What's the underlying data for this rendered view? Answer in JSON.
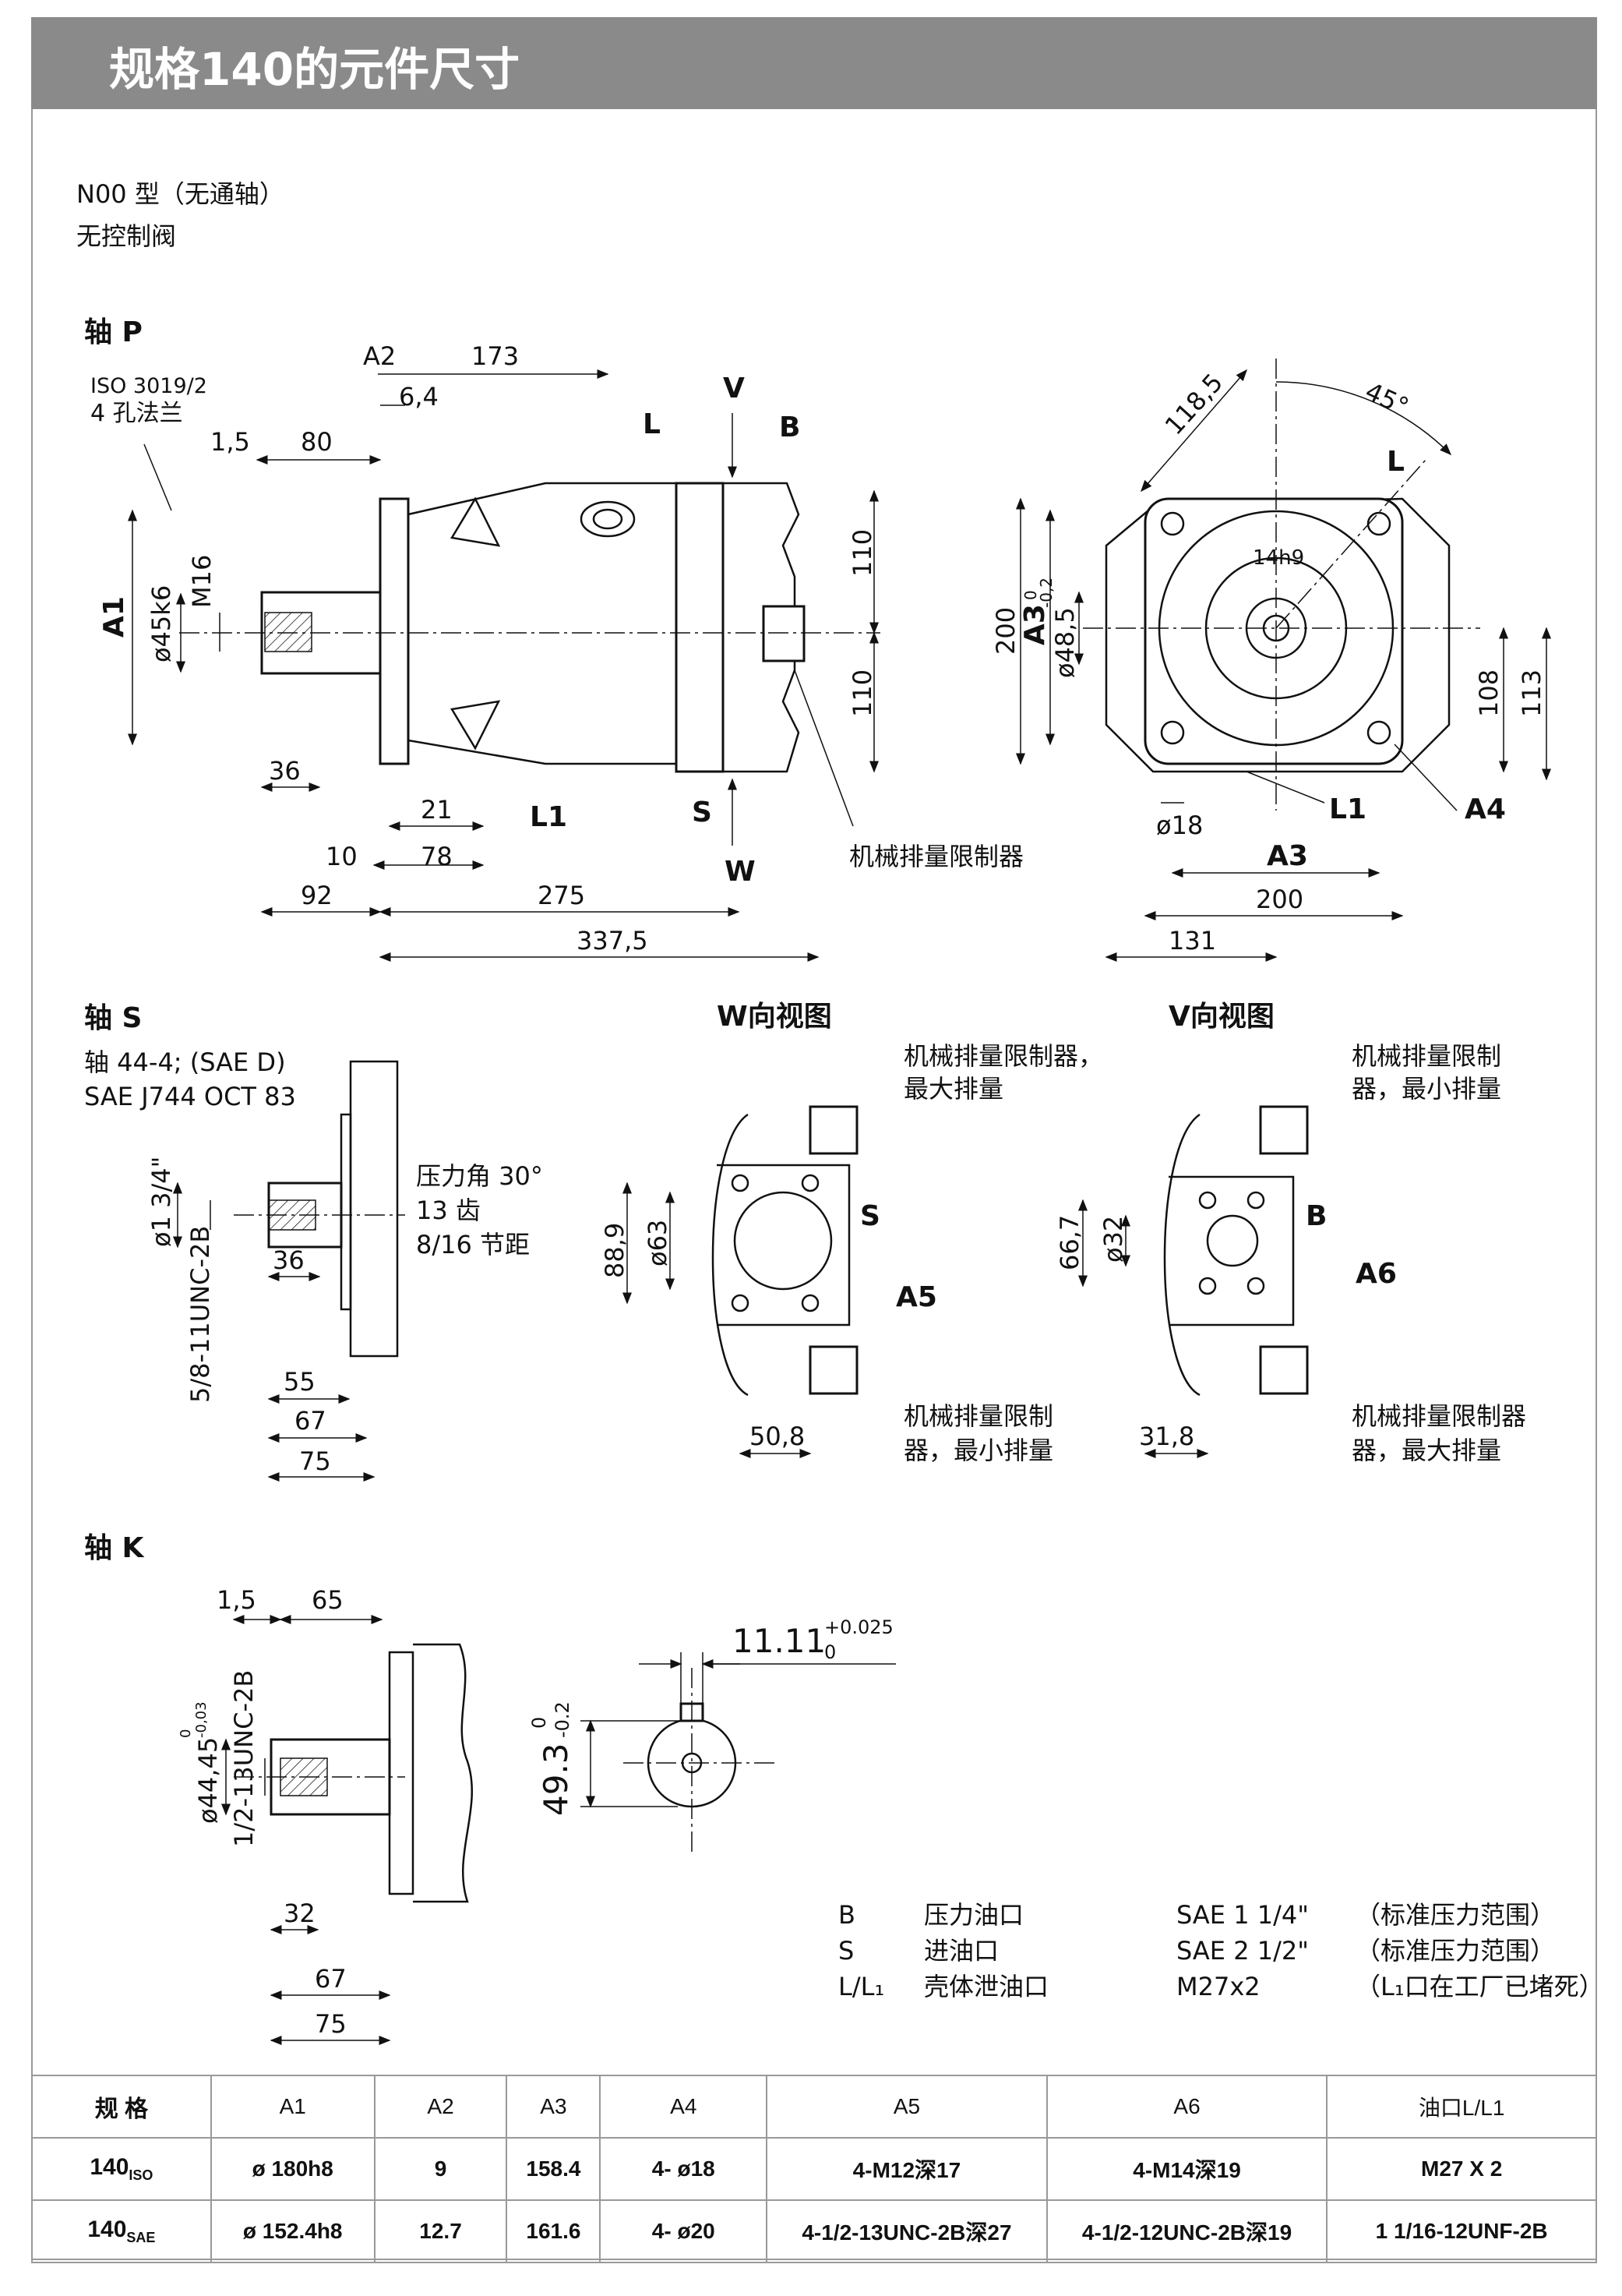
{
  "title": "规格140的元件尺寸",
  "intro": {
    "line1": "N00 型（无通轴）",
    "line2": "无控制阀"
  },
  "shaft_p": {
    "heading": "轴 P",
    "flange_note1": "ISO 3019/2",
    "flange_note2": "4 孔法兰",
    "dims": [
      "A2",
      "173",
      "6,4",
      "1,5",
      "80",
      "L",
      "V",
      "B",
      "M16",
      "A1",
      "ø45k6",
      "110",
      "110",
      "36",
      "21",
      "L1",
      "10",
      "78",
      "92",
      "275",
      "337,5",
      "S",
      "W"
    ],
    "limiter_label": "机械排量限制器"
  },
  "front_view": {
    "dims": [
      "118,5",
      "45°",
      "L",
      "14h9",
      "200",
      "A3",
      "ø48,5",
      "-0,2",
      "0",
      "108",
      "113",
      "ø18",
      "L1",
      "A4",
      "A3",
      "200",
      "131"
    ]
  },
  "shaft_s": {
    "heading": "轴 S",
    "line1": "轴 44-4; (SAE D)",
    "line2": "SAE J744 OCT 83",
    "note1": "压力角 30°",
    "note2": "13 齿",
    "note3": "8/16 节距",
    "dims": [
      "ø1 3/4\"",
      "5/8-11UNC-2B",
      "36",
      "55",
      "67",
      "75"
    ]
  },
  "view_w": {
    "heading": "W向视图",
    "label_top1": "机械排量限制器，",
    "label_top2": "最大排量",
    "label_bot1": "机械排量限制",
    "label_bot2": "器，最小排量",
    "dims": [
      "88,9",
      "ø63",
      "S",
      "A5",
      "50,8"
    ]
  },
  "view_v": {
    "heading": "V向视图",
    "label_top1": "机械排量限制",
    "label_top2": "器，最小排量",
    "label_bot1": "机械排量限制器",
    "label_bot2": "器，最大排量",
    "dims": [
      "66,7",
      "ø32",
      "B",
      "A6",
      "31,8"
    ]
  },
  "shaft_k": {
    "heading": "轴 K",
    "dims": [
      "1,5",
      "65",
      "ø44,45",
      "0",
      "-0,03",
      "1/2-13UNC-2B",
      "32",
      "67",
      "75"
    ],
    "key_dims": [
      "11.11",
      "+0.025",
      "0",
      "49.3",
      "0",
      "-0.2"
    ]
  },
  "ports": [
    {
      "code": "B",
      "name": "压力油口",
      "size": "SAE 1 1/4\"",
      "note": "（标准压力范围）"
    },
    {
      "code": "S",
      "name": "进油口",
      "size": "SAE 2 1/2\"",
      "note": "（标准压力范围）"
    },
    {
      "code": "L/L₁",
      "name": "壳体泄油口",
      "size": "M27x2",
      "note": "（L₁口在工厂已堵死）"
    }
  ],
  "table": {
    "headers": [
      "规 格",
      "A1",
      "A2",
      "A3",
      "A4",
      "A5",
      "A6",
      "油口L/L1"
    ],
    "rows": [
      {
        "size": "140",
        "sub": "ISO",
        "cells": [
          "ø 180h8",
          "9",
          "158.4",
          "4- ø18",
          "4-M12深17",
          "4-M14深19",
          "M27 X 2"
        ]
      },
      {
        "size": "140",
        "sub": "SAE",
        "cells": [
          "ø 152.4h8",
          "12.7",
          "161.6",
          "4- ø20",
          "4-1/2-13UNC-2B深27",
          "4-1/2-12UNC-2B深19",
          "1 1/16-12UNF-2B"
        ]
      }
    ]
  }
}
